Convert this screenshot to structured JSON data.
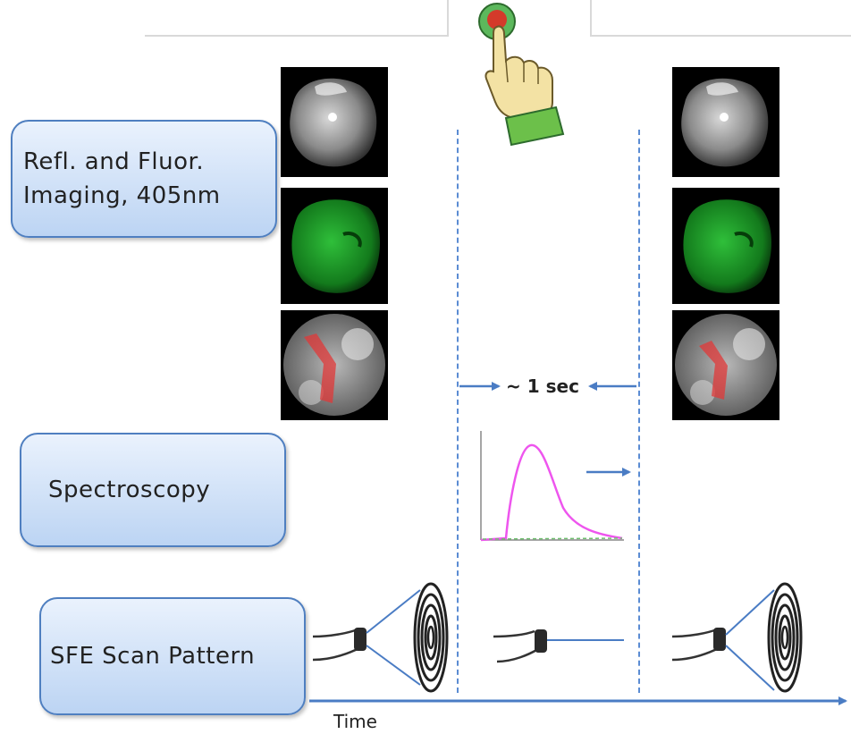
{
  "labels": {
    "imaging": "Refl. and Fluor.\nImaging, 405nm",
    "spectroscopy": "Spectroscopy",
    "sfe": "SFE Scan Pattern"
  },
  "interval": "~ 1 sec",
  "axis": {
    "time": "Time"
  },
  "colors": {
    "box_border": "#4f7fc0",
    "box_fill_top": "#eaf2fd",
    "box_fill_bottom": "#bcd4f3",
    "arrow": "#4a7cc4",
    "dashed": "#5b8cd3",
    "fluorescence_green": "#1f9a2a",
    "spectrum_magenta": "#ee55ee",
    "overlay_red": "#e03838"
  },
  "icons": [
    "pointing-hand-button-icon",
    "endoscope-fiber-icon",
    "spiral-scan-pattern-icon"
  ]
}
